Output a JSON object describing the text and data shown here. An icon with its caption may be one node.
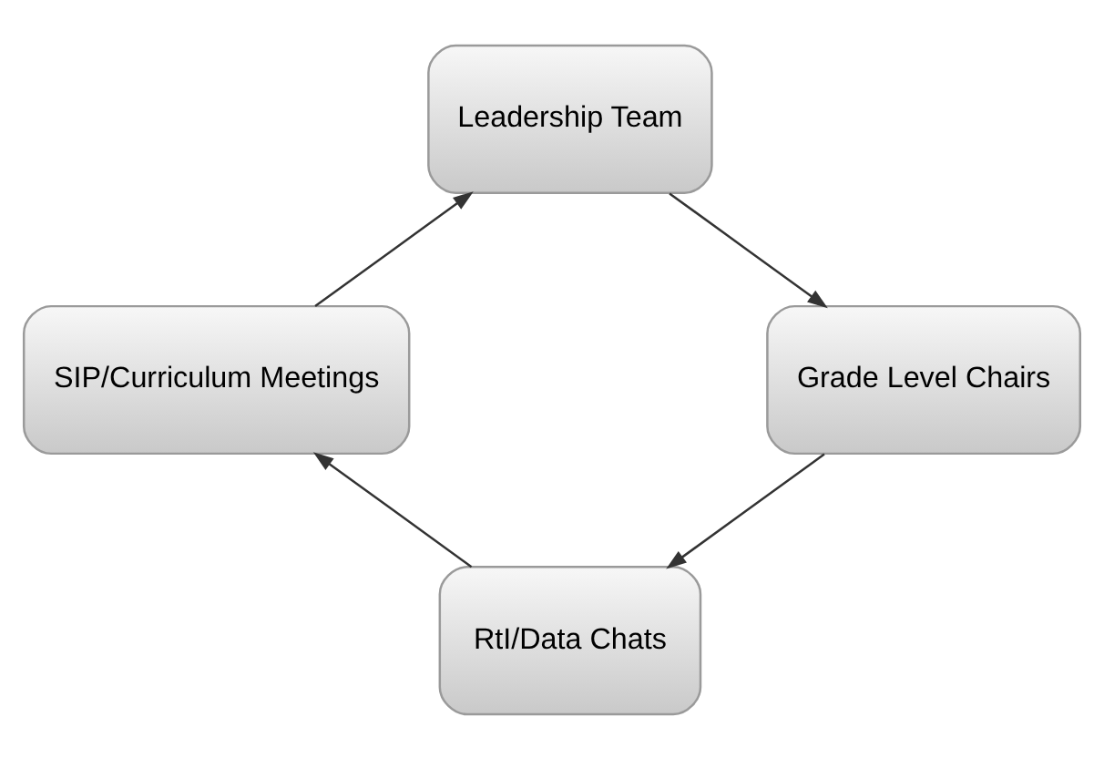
{
  "diagram": {
    "nodes": [
      {
        "text": [
          "Leadership Team"
        ]
      },
      {
        "text": [
          "SIP/Curriculum Meetings"
        ]
      },
      {
        "text": [
          "Grade Level Chairs"
        ]
      },
      {
        "text": [
          "RtI/Data Chats"
        ]
      }
    ],
    "edges": [
      {
        "from": 0,
        "to": 2,
        "arrow": "to"
      },
      {
        "from": 2,
        "to": 3,
        "arrow": "to"
      },
      {
        "from": 3,
        "to": 1,
        "arrow": "to"
      },
      {
        "from": 1,
        "to": 0,
        "arrow": "to"
      }
    ]
  }
}
